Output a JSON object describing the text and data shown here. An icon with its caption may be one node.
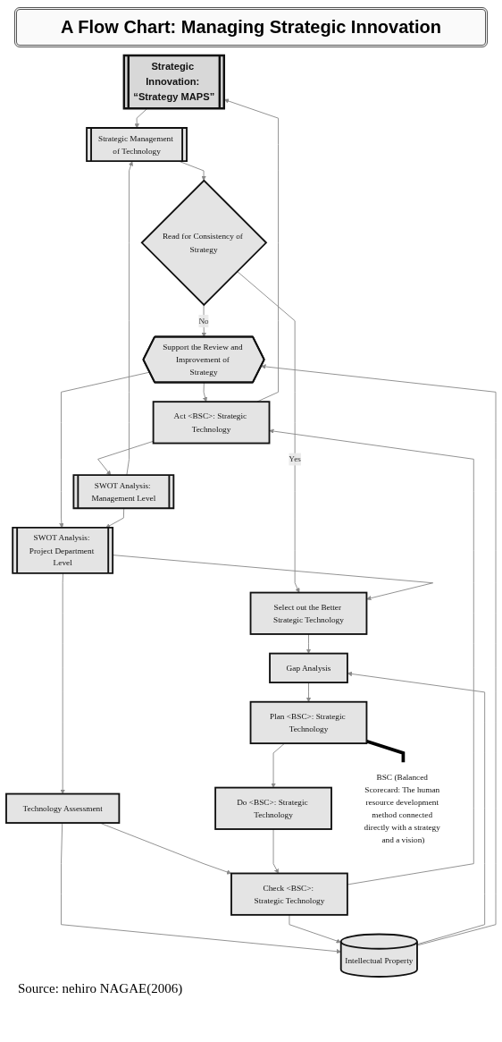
{
  "diagram": {
    "title": "A Flow Chart: Managing Strategic Innovation",
    "nodes": [
      {
        "text": [
          "Strategic Innovation: “Strategy MAPS”"
        ]
      },
      {
        "text": [
          "SWOT Analysis: Management Level"
        ]
      },
      {
        "text": [
          "Strategic Management of Technology"
        ]
      },
      {
        "text": [
          "Act <BSC>: Strategic Technology"
        ]
      },
      {
        "text": [
          "Read for Consistency of Strategy"
        ]
      },
      {
        "text": [
          "Support the Review and Improvement of Strategy"
        ]
      },
      {
        "text": [
          "Select out the Better Strategic Technology"
        ]
      },
      {
        "text": [
          "SWOT Analysis: Project Department Level"
        ]
      },
      {
        "text": [
          "Gap Analysis"
        ]
      },
      {
        "text": [
          "Technology Assessment"
        ]
      },
      {
        "text": [
          "Plan <BSC>: Strategic Technology"
        ]
      },
      {
        "text": [
          "Intellectual Property"
        ]
      },
      {
        "text": [
          "Do <BSC>: Strategic Technology"
        ]
      },
      {
        "text": [
          "Check <BSC>: Strategic Technology"
        ]
      },
      {
        "text": [
          "BSC (Balanced Scorecard: The human resource development method connected directly with a strategy and a vision)"
        ]
      }
    ],
    "edges": [
      {
        "from": 0,
        "to": 2,
        "arrow": "to"
      },
      {
        "from": 3,
        "to": 0,
        "arrow": "to"
      },
      {
        "from": 1,
        "to": 2,
        "arrow": "to"
      },
      {
        "from": 2,
        "to": 4,
        "arrow": "to"
      },
      {
        "from": 4,
        "to": 5,
        "arrow": "to",
        "label": "No"
      },
      {
        "from": 4,
        "to": 6,
        "arrow": "to",
        "label": "Yes"
      },
      {
        "from": 5,
        "to": 3,
        "arrow": "to"
      },
      {
        "from": 3,
        "to": 1,
        "arrow": "to"
      },
      {
        "from": 5,
        "to": 7,
        "arrow": "to"
      },
      {
        "from": 1,
        "to": 7,
        "arrow": "to"
      },
      {
        "from": 7,
        "to": 6,
        "arrow": "to"
      },
      {
        "from": 6,
        "to": 8,
        "arrow": "to"
      },
      {
        "from": 7,
        "to": 9,
        "arrow": "to"
      },
      {
        "from": 9,
        "to": 11,
        "arrow": "to"
      },
      {
        "from": 9,
        "to": 13,
        "arrow": "to"
      },
      {
        "from": 11,
        "to": 8,
        "arrow": "to"
      },
      {
        "from": 11,
        "to": 5,
        "arrow": "to"
      },
      {
        "from": 8,
        "to": 10,
        "arrow": "to"
      },
      {
        "from": 10,
        "to": 12,
        "arrow": "to"
      },
      {
        "from": 12,
        "to": 13,
        "arrow": "to"
      },
      {
        "from": 13,
        "to": 11,
        "arrow": "to"
      },
      {
        "from": 13,
        "to": 3,
        "arrow": "to"
      },
      {
        "from": 10,
        "to": 14,
        "arrow": "none",
        "style": "thick",
        "color": "#000000"
      }
    ],
    "caption": "Source: nehiro NAGAE(2006)"
  }
}
